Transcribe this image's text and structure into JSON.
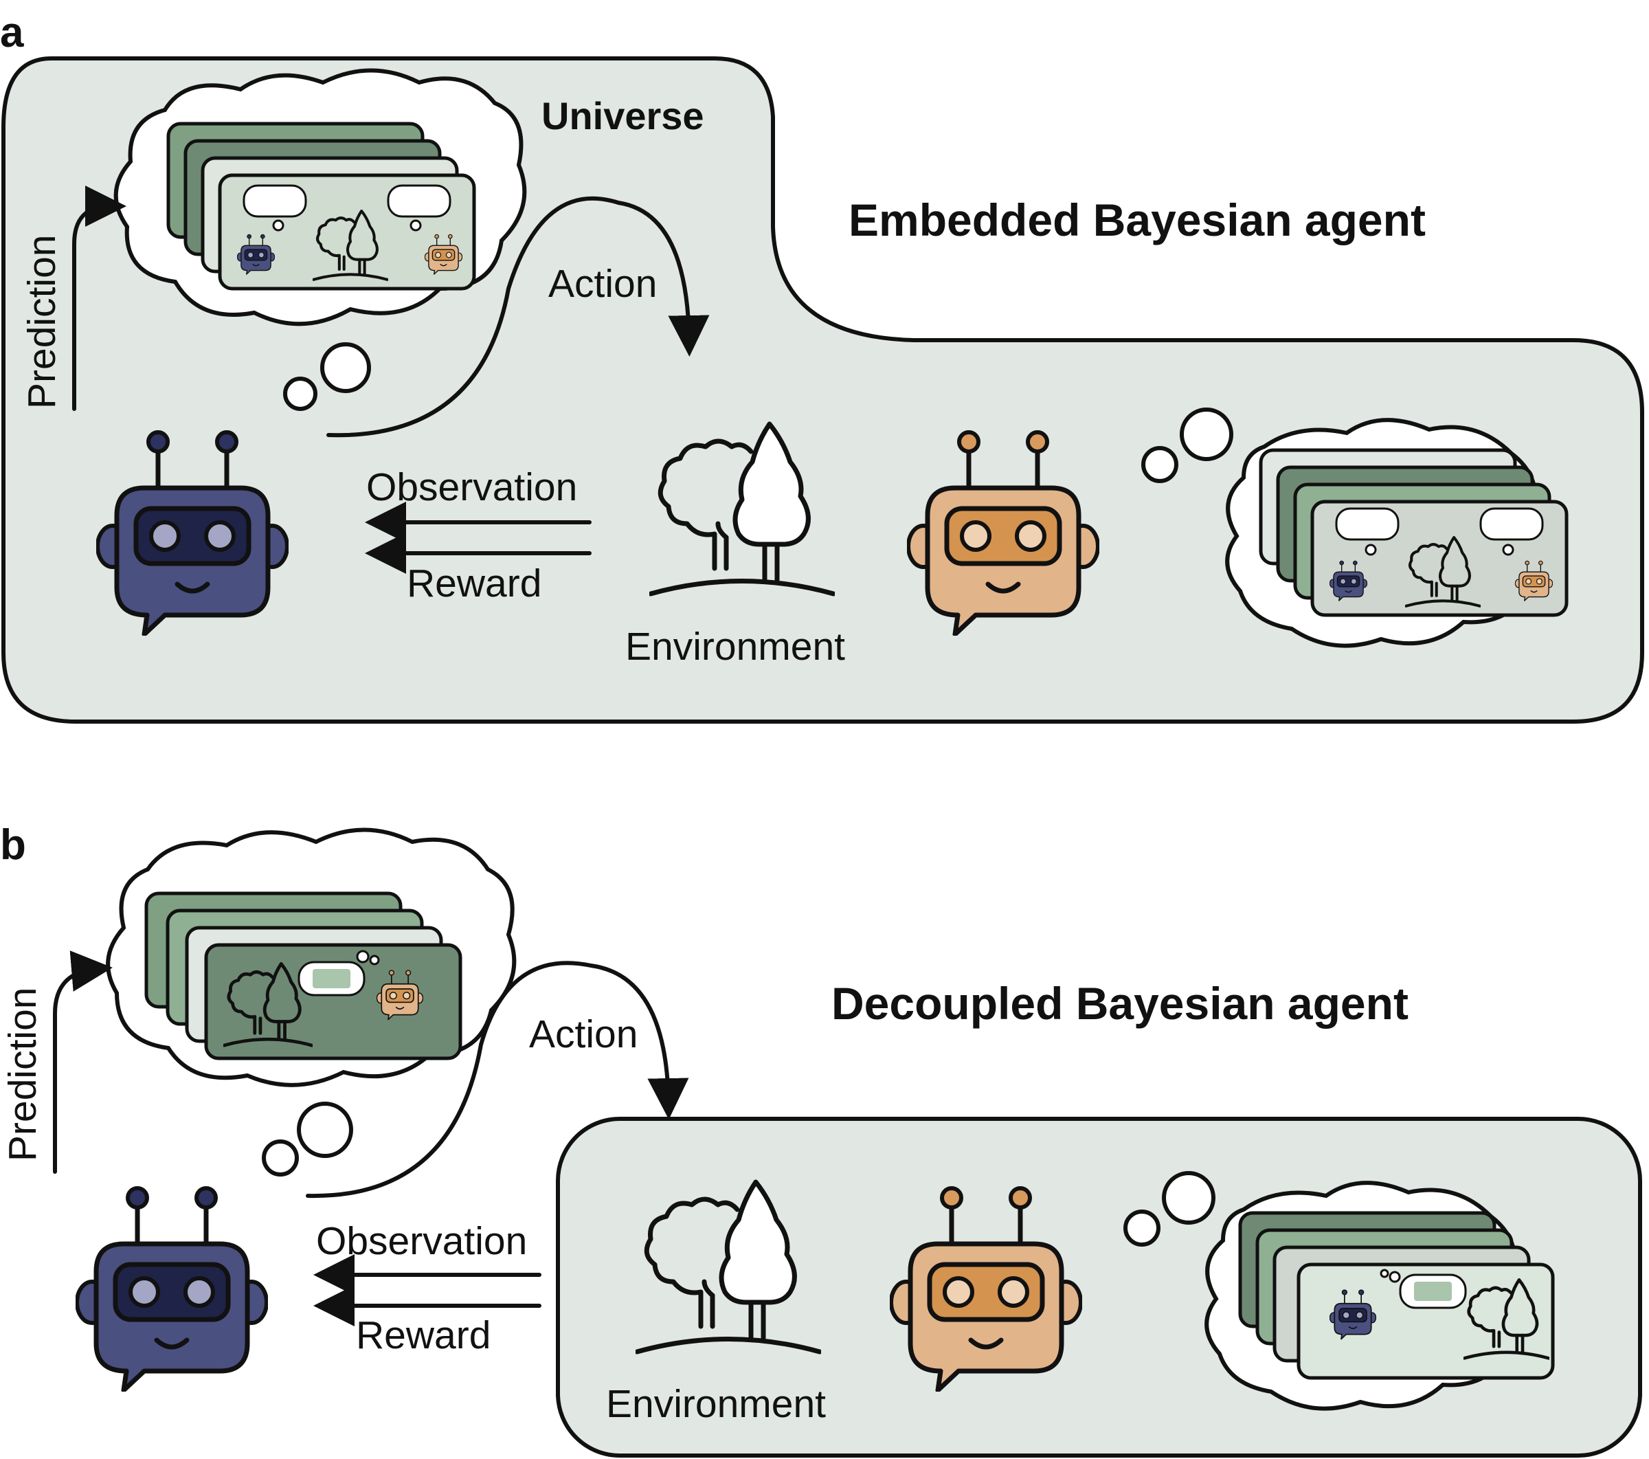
{
  "panel_a": {
    "letter": "a",
    "universe_label": "Universe",
    "title": "Embedded Bayesian agent",
    "prediction": "Prediction",
    "action": "Action",
    "observation": "Observation",
    "reward": "Reward",
    "environment": "Environment"
  },
  "panel_b": {
    "letter": "b",
    "title": "Decoupled Bayesian agent",
    "prediction": "Prediction",
    "action": "Action",
    "observation": "Observation",
    "reward": "Reward",
    "environment": "Environment"
  },
  "colors": {
    "background_panel": "#e1e7e2",
    "outline": "#111111",
    "agent_navy": "#4a5080",
    "agent_navy_dark": "#1f2348",
    "agent_orange": "#e2b48a",
    "agent_orange_dark": "#c99460",
    "card_green_dark": "#6f8a74",
    "card_green_mid": "#8fb093",
    "card_gray": "#cfd6d0"
  },
  "icons": [
    "robot-icon",
    "tree-icon",
    "thought-cloud-icon",
    "arrow-icon"
  ]
}
